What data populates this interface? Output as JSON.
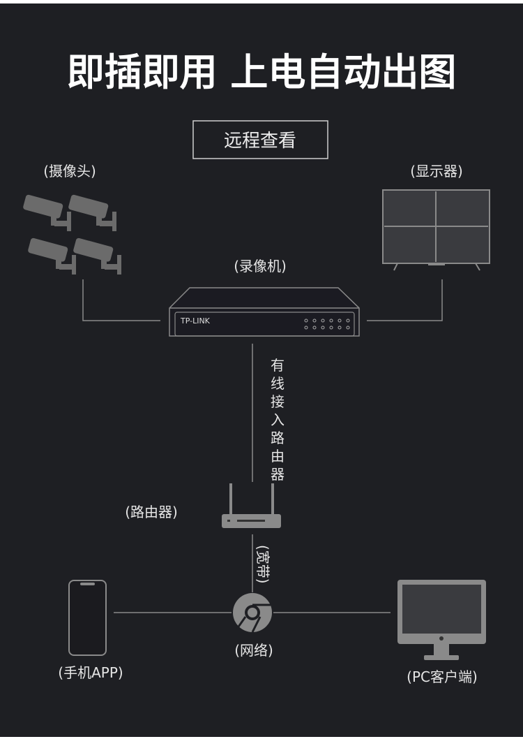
{
  "title": "即插即用 上电自动出图",
  "remote_view": "远程查看",
  "labels": {
    "camera": "(摄像头)",
    "monitor": "(显示器)",
    "nvr": "(录像机)",
    "nvr_brand": "TP-LINK",
    "wired_router": [
      "有",
      "线",
      "接",
      "入",
      "路",
      "由",
      "器"
    ],
    "router": "(路由器)",
    "broadband": "(宽带)",
    "network": "(网络)",
    "phone": "(手机APP)",
    "pc": "(PC客户端)"
  },
  "colors": {
    "background": "#1e1f23",
    "line": "#8a8a8a",
    "device": "#6b6b6b"
  }
}
